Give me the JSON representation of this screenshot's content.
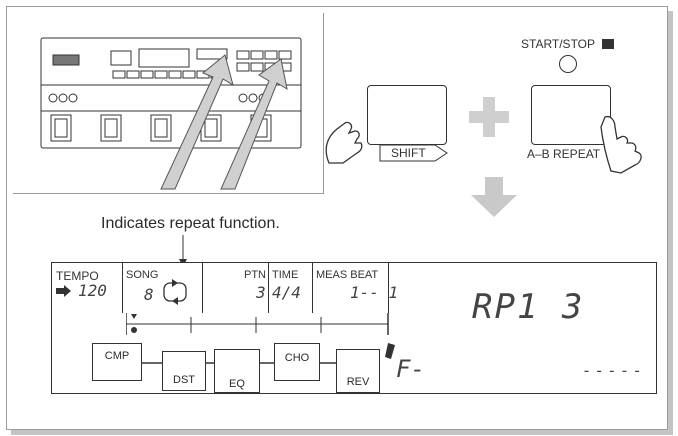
{
  "caption": "Indicates repeat function.",
  "buttons": {
    "shift_label": "SHIFT",
    "ab_repeat_label": "A–B REPEAT",
    "start_stop_label": "START/STOP"
  },
  "display": {
    "tempo_label": "TEMPO",
    "tempo_value": "120",
    "song_label": "SONG",
    "song_value": "8",
    "ptn_label": "PTN",
    "ptn_value": "3",
    "time_label": "TIME",
    "time_value": "4/4",
    "meas_beat_label": "MEAS BEAT",
    "meas_beat_value": "1-- 1",
    "main_text": "RP1  3",
    "dashes": "-----",
    "f_text": "F-",
    "effect_blocks": [
      "CMP",
      "DST",
      "EQ",
      "CHO",
      "REV"
    ]
  },
  "colors": {
    "arrow_gray": "#c9c9c9",
    "plus_gray": "#cfcfcf",
    "line": "#333333"
  }
}
